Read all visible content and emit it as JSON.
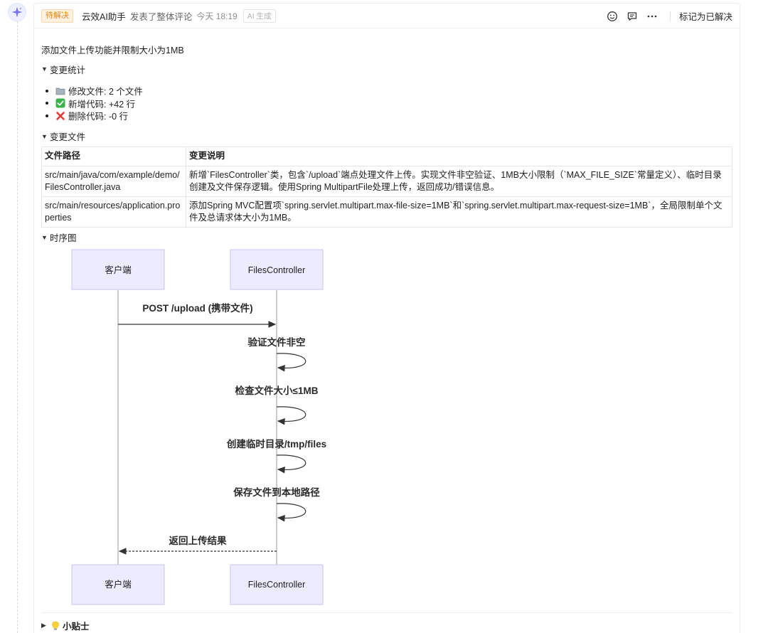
{
  "comment": {
    "status_badge": "待解决",
    "author": "云效AI助手",
    "action": "发表了整体评论",
    "time": "今天 18:19",
    "ai_tag": "AI 生成",
    "resolve_label": "标记为已解决",
    "description": "添加文件上传功能并限制大小为1MB"
  },
  "stats_section": {
    "title": "变更统计",
    "items": [
      {
        "icon": "folder-icon",
        "text": "修改文件: 2 个文件"
      },
      {
        "icon": "check-icon",
        "text": "新增代码: +42 行"
      },
      {
        "icon": "cross-icon",
        "text": "删除代码: -0 行"
      }
    ]
  },
  "files_section": {
    "title": "变更文件",
    "headers": [
      "文件路径",
      "变更说明"
    ],
    "rows": [
      {
        "path": "src/main/java/com/example/demo/FilesController.java",
        "desc": "新增`FilesController`类，包含`/upload`端点处理文件上传。实现文件非空验证、1MB大小限制（`MAX_FILE_SIZE`常量定义）、临时目录创建及文件保存逻辑。使用Spring MultipartFile处理上传，返回成功/错误信息。"
      },
      {
        "path": "src/main/resources/application.properties",
        "desc": "添加Spring MVC配置项`spring.servlet.multipart.max-file-size=1MB`和`spring.servlet.multipart.max-request-size=1MB`，全局限制单个文件及总请求体大小为1MB。"
      }
    ]
  },
  "sequence_section": {
    "title": "时序图",
    "participants": [
      "客户端",
      "FilesController"
    ],
    "messages": [
      {
        "text": "POST /upload (携带文件)",
        "type": "request"
      },
      {
        "text": "验证文件非空",
        "type": "self"
      },
      {
        "text": "检查文件大小≤1MB",
        "type": "self"
      },
      {
        "text": "创建临时目录/tmp/files",
        "type": "self"
      },
      {
        "text": "保存文件到本地路径",
        "type": "self"
      },
      {
        "text": "返回上传结果",
        "type": "reply"
      }
    ]
  },
  "tips_section": {
    "title": "小贴士"
  },
  "colors": {
    "accent": "#e3861e",
    "participant_fill": "#ecebff",
    "participant_border": "#c9c6ef"
  }
}
